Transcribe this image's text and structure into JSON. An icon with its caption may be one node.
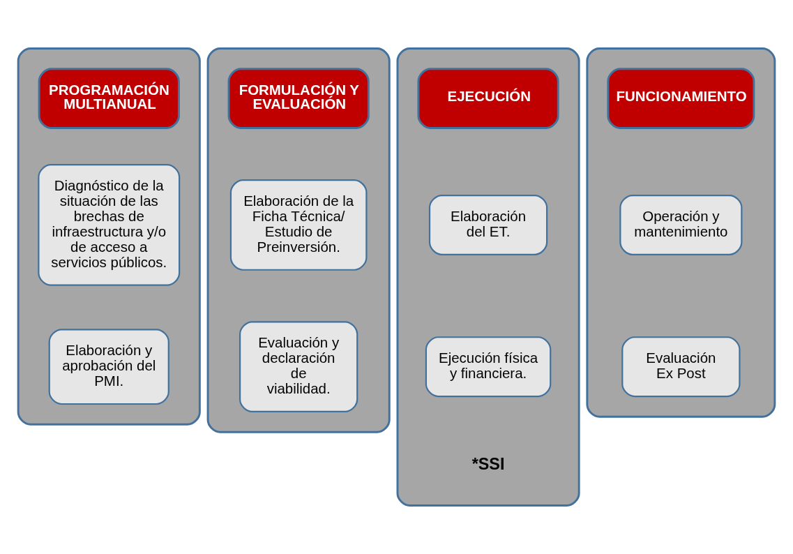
{
  "diagram": {
    "nodes": [
      {
        "text": [],
        "shape": "box"
      },
      {
        "text": [
          "PROGRAMACIÓN MULTIANUAL"
        ],
        "in": 0
      },
      {
        "text": [
          "Diagnóstico de la situación de las brechas de infraestructura y/o de acceso a servicios públicos."
        ],
        "in": 0
      },
      {
        "text": [
          "Elaboración y aprobación del PMI."
        ],
        "in": 0
      },
      {
        "text": [],
        "shape": "box"
      },
      {
        "text": [
          "FORMULACIÓN Y EVALUACIÓN"
        ],
        "in": 4
      },
      {
        "text": [
          "Elaboración de la Ficha Técnica/ Estudio de Preinversión."
        ],
        "in": 4
      },
      {
        "text": [
          "Evaluación y declaración de viabilidad."
        ],
        "in": 4
      },
      {
        "text": [],
        "shape": "box"
      },
      {
        "text": [
          "EJECUCIÓN"
        ],
        "in": 8
      },
      {
        "text": [
          "Elaboración del ET."
        ],
        "in": 8
      },
      {
        "text": [
          "Ejecución física y financiera."
        ],
        "in": 8
      },
      {
        "text": [],
        "shape": "box"
      },
      {
        "text": [
          "FUNCIONAMIENTO"
        ],
        "in": 12
      },
      {
        "text": [
          "Operación y mantenimiento"
        ],
        "in": 12
      },
      {
        "text": [
          "Evaluación Ex Post"
        ],
        "in": 12
      }
    ],
    "labels": [
      "*SSI"
    ]
  }
}
